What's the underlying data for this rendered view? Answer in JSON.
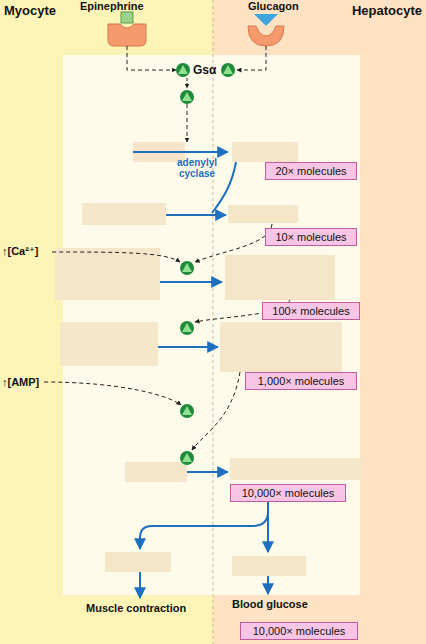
{
  "diagram": {
    "nodes": [
      {
        "text": [
          "Myocyte"
        ]
      },
      {
        "text": [
          "Hepatocyte"
        ]
      },
      {
        "text": [
          "20× molecules"
        ],
        "in": 1
      },
      {
        "text": [
          "10× molecules"
        ],
        "in": 1
      },
      {
        "text": [
          "100× molecules"
        ],
        "in": 1
      },
      {
        "text": [
          "1,000× molecules"
        ],
        "in": 1
      },
      {
        "text": [
          "10,000× molecules"
        ],
        "in": 1
      },
      {
        "text": [
          "10,000× molecules"
        ],
        "in": 1
      }
    ],
    "labels": [
      "Epinephrine",
      "Glucagon",
      "Gsα",
      "adenylyl cyclase",
      "↑[Ca²⁺]",
      "↑[AMP]",
      "Muscle contraction",
      "Blood glucose"
    ]
  }
}
